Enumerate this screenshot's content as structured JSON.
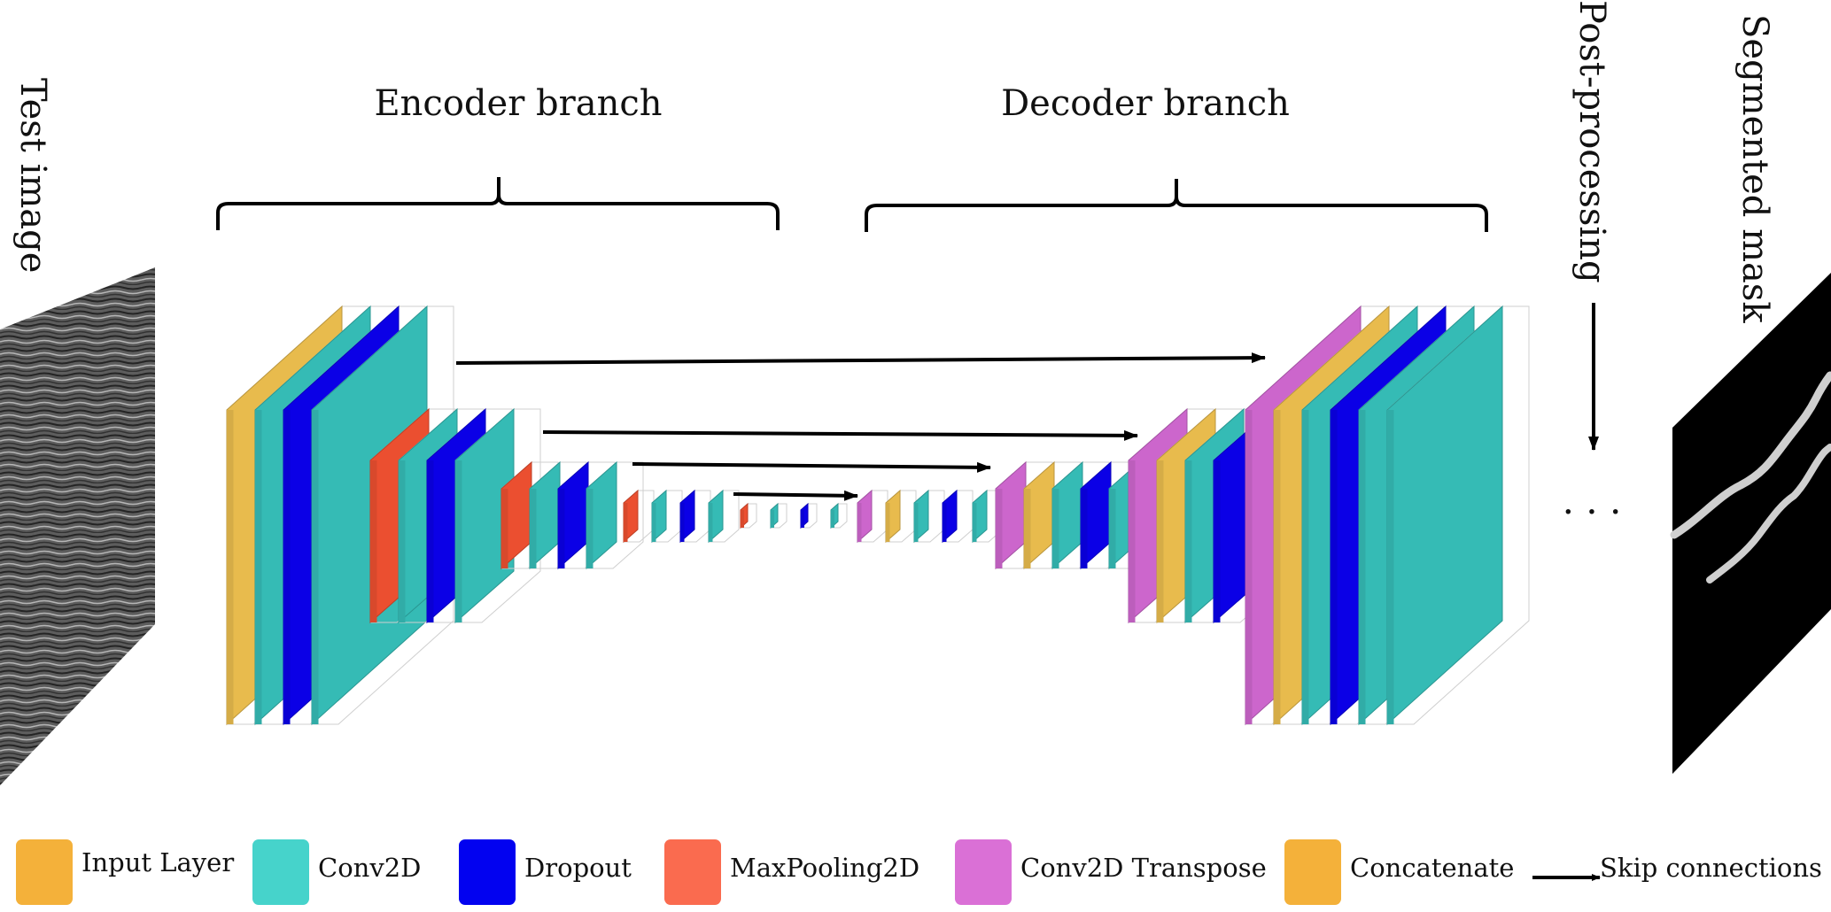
{
  "labels": {
    "test_image": "Test image",
    "encoder": "Encoder branch",
    "decoder": "Decoder branch",
    "post_processing": "Post-processing",
    "segmented_mask": "Segmented mask",
    "ellipsis": ". . ."
  },
  "colors": {
    "input": "#E8BB4D",
    "conv2d": "#35BBB5",
    "dropout": "#0B00E6",
    "maxpool": "#EB4F30",
    "transpose": "#CC66CC",
    "concatenate": "#E8BB4D",
    "legend_input": "#F4B13A",
    "legend_conv2d": "#46D3CB",
    "legend_dropout": "#0202F0",
    "legend_maxpool": "#FA6B4F",
    "legend_transpose": "#DA70D6",
    "legend_concatenate": "#F4B13A"
  },
  "legend": [
    {
      "label": "Input Layer",
      "color_key": "legend_input",
      "icon": "swatch"
    },
    {
      "label": "Conv2D",
      "color_key": "legend_conv2d",
      "icon": "swatch"
    },
    {
      "label": "Dropout",
      "color_key": "legend_dropout",
      "icon": "swatch"
    },
    {
      "label": "MaxPooling2D",
      "color_key": "legend_maxpool",
      "icon": "swatch"
    },
    {
      "label": "Conv2D Transpose",
      "color_key": "legend_transpose",
      "icon": "swatch"
    },
    {
      "label": "Concatenate",
      "color_key": "legend_concatenate",
      "icon": "swatch"
    },
    {
      "label": "Skip connections",
      "color_key": "",
      "icon": "arrow"
    }
  ]
}
